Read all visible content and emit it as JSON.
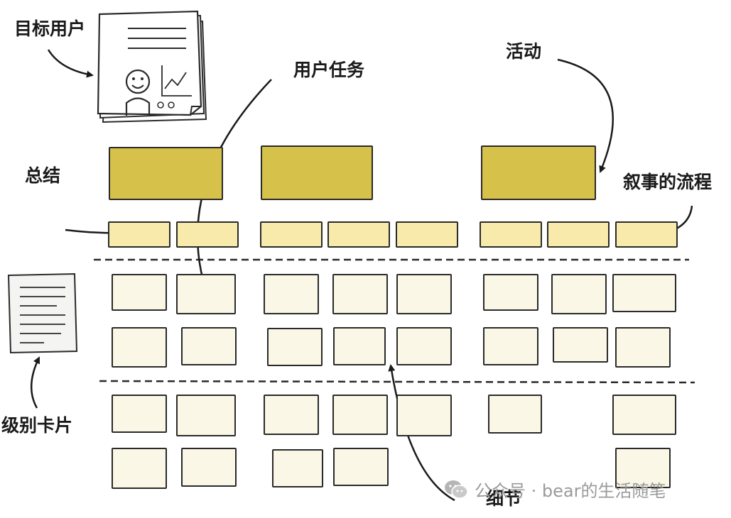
{
  "labels": {
    "target_user": "目标用户",
    "user_task": "用户任务",
    "activity": "活动",
    "summary": "总结",
    "narrative_flow": "叙事的流程",
    "level_card": "级别卡片",
    "detail": "细节"
  },
  "watermark": {
    "text": "公众号 · bear的生活随笔",
    "icon": "wechat-icon"
  },
  "colors": {
    "activity_card": "#d6c14a",
    "task_card": "#f7eaaa",
    "detail_card": "#fbf7e6",
    "outline": "#2a2a2a"
  },
  "icons": [
    "persona-document-icon",
    "smiley-face-icon",
    "line-chart-icon",
    "text-document-icon",
    "wechat-icon"
  ]
}
